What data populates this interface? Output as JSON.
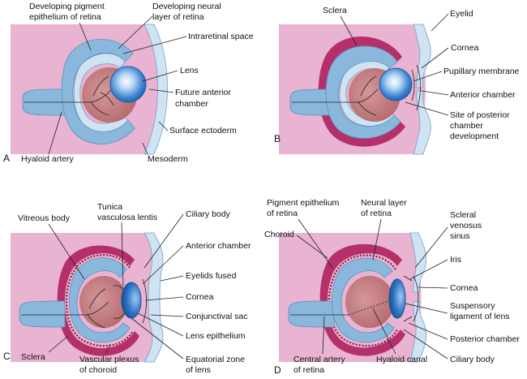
{
  "colors": {
    "mesoderm": "#e9b3d2",
    "optic_cup_outer": "#8ab8dc",
    "optic_cup_inner": "#cfe3f3",
    "cavity": "#c97f82",
    "cavity_dark": "#b56669",
    "hyaloid": "#8c1a3c",
    "lens_core": "#ffffff",
    "lens_mid": "#7fb4ea",
    "lens_edge": "#1d5fb0",
    "ectoderm": "#cfe3f3",
    "sclera": "#b5306a",
    "choroid": "#8a1c3a"
  },
  "panels": [
    {
      "id": "A",
      "letter": "A",
      "labels": [
        "Developing pigment",
        "epithelium of retina",
        "Developing neural",
        "layer of retina",
        "Intraretinal space",
        "Lens",
        "Future anterior",
        "chamber",
        "Surface ectoderm",
        "Mesoderm",
        "Hyaloid artery"
      ]
    },
    {
      "id": "B",
      "letter": "B",
      "labels": [
        "Sclera",
        "Eyelid",
        "Cornea",
        "Pupillary membrane",
        "Anterior chamber",
        "Site of posterior",
        "chamber",
        "development"
      ]
    },
    {
      "id": "C",
      "letter": "C",
      "labels": [
        "Vitreous body",
        "Tunica",
        "vasculosa lentis",
        "Ciliary body",
        "Anterior chamber",
        "Eyelids fused",
        "Cornea",
        "Conjunctival sac",
        "Lens epithelium",
        "Sclera",
        "Vascular plexus",
        "of choroid",
        "Equatorial zone",
        "of lens"
      ]
    },
    {
      "id": "D",
      "letter": "D",
      "labels": [
        "Pigment epithelium",
        "of retina",
        "Neural layer",
        "of retina",
        "Choroid",
        "Scleral",
        "venosus",
        "sinus",
        "Iris",
        "Cornea",
        "Suspensory",
        "ligament of lens",
        "Posterior chamber",
        "Central artery",
        "of retina",
        "Hyaloid canal",
        "Ciliary body"
      ]
    }
  ]
}
